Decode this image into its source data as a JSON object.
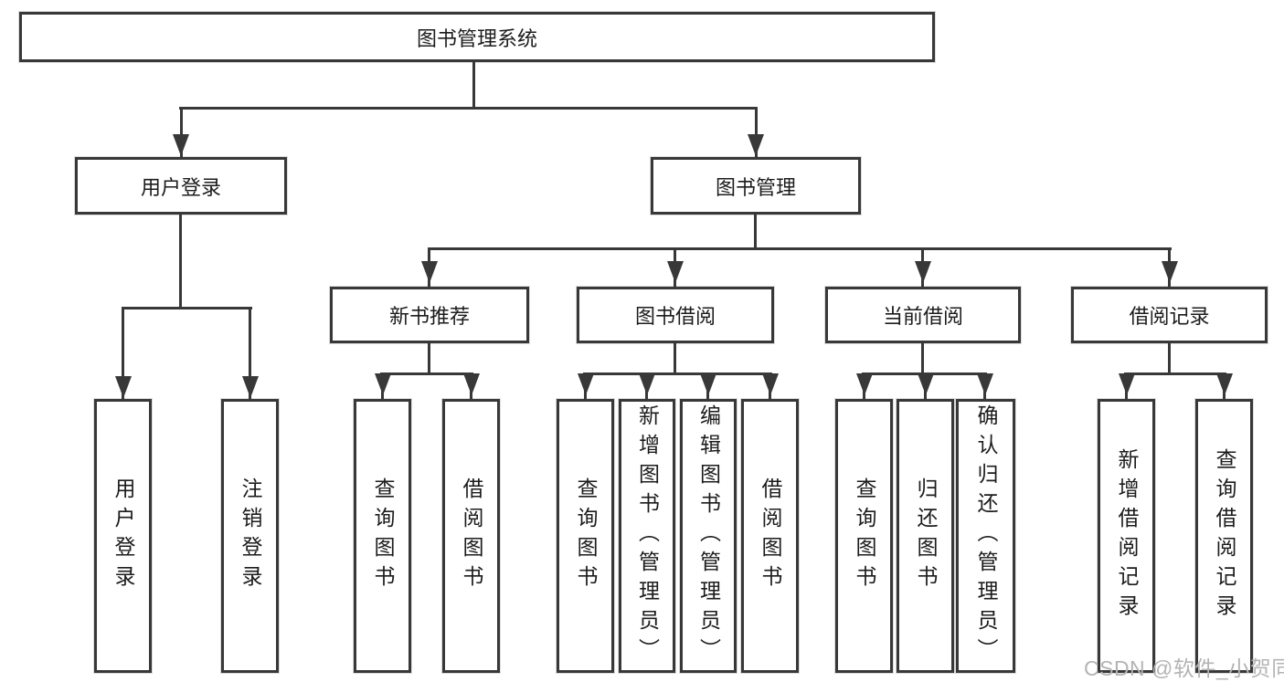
{
  "tree": {
    "root": "图书管理系统",
    "branches": [
      {
        "label": "用户登录",
        "children": [
          "用户登录",
          "注销登录"
        ]
      },
      {
        "label": "图书管理",
        "sub": [
          {
            "label": "新书推荐",
            "children": [
              "查询图书",
              "借阅图书"
            ]
          },
          {
            "label": "图书借阅",
            "children": [
              "查询图书",
              "新增图书（管理员）",
              "编辑图书（管理员）",
              "借阅图书"
            ]
          },
          {
            "label": "当前借阅",
            "children": [
              "查询图书",
              "归还图书",
              "确认归还（管理员）"
            ]
          },
          {
            "label": "借阅记录",
            "children": [
              "新增借阅记录",
              "查询借阅记录"
            ]
          }
        ]
      }
    ]
  },
  "watermark": "CSDN @软件_小贺同学",
  "colors": {
    "line": "#383838",
    "text": "#1c1c1c",
    "watermark": "#b4b4b4",
    "background": "#ffffff"
  }
}
